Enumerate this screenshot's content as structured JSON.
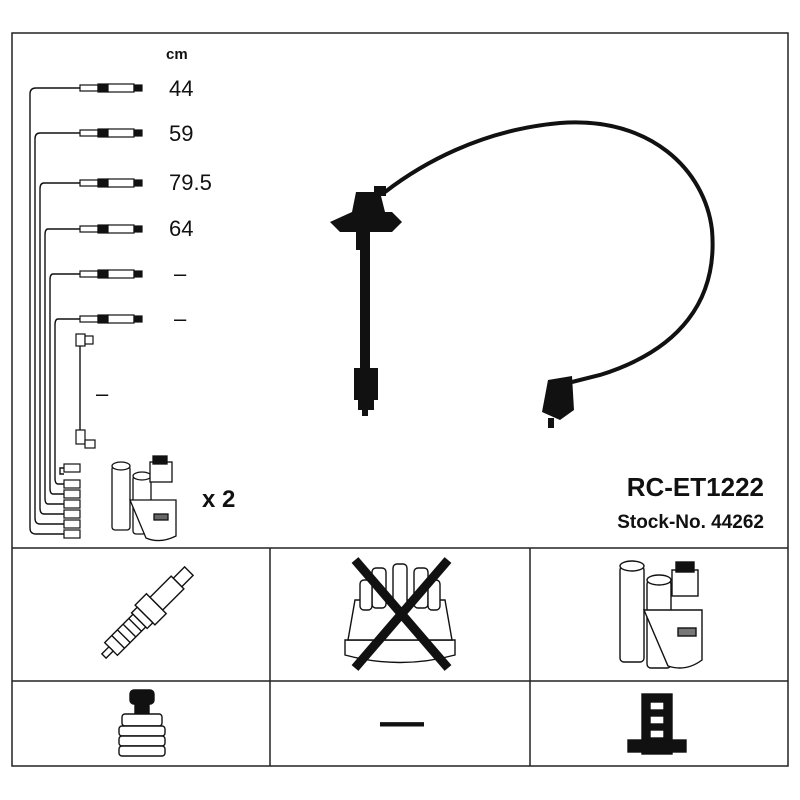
{
  "header": {
    "unit_label": "cm",
    "product_code": "RC-ET1222",
    "stock_number": "Stock-No. 44262",
    "coil_multiplier": "x 2"
  },
  "cable_lengths": [
    "44",
    "59",
    "79.5",
    "64",
    "–",
    "–",
    "–"
  ],
  "compatibility": {
    "spark_plug_icon": "spark-plug-icon",
    "distributor_cap_icon": "distributor-cap-icon",
    "distributor_cap_excluded": true,
    "ignition_coil_icon": "ignition-coil-icon",
    "plug_boot_icon": "plug-boot-icon",
    "middle_value": "—",
    "coil_connector_icon": "coil-connector-icon"
  }
}
